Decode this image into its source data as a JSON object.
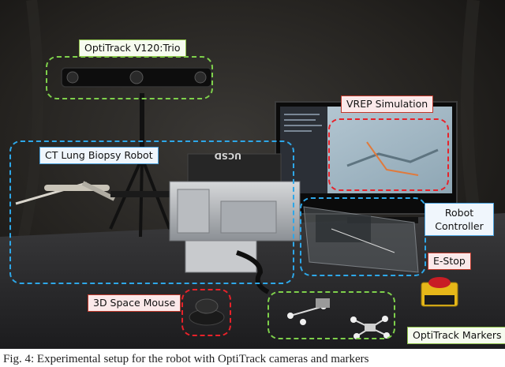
{
  "labels": {
    "optitrack_camera": "OptiTrack V120:Trio",
    "vrep_simulation": "VREP Simulation",
    "ct_lung_biopsy_robot": "CT Lung Biopsy Robot",
    "robot_controller": "Robot Controller",
    "e_stop": "E-Stop",
    "space_mouse": "3D Space Mouse",
    "optitrack_markers": "OptiTrack Markers"
  },
  "device_text": {
    "ucsd_logo": "UCSD"
  },
  "caption": "Fig. 4: Experimental setup for the robot with OptiTrack cameras and markers",
  "colors": {
    "green_box": "#7ed04b",
    "blue_box": "#2ea7e8",
    "red_box": "#e8222a",
    "backdrop": "#1b1a18"
  }
}
